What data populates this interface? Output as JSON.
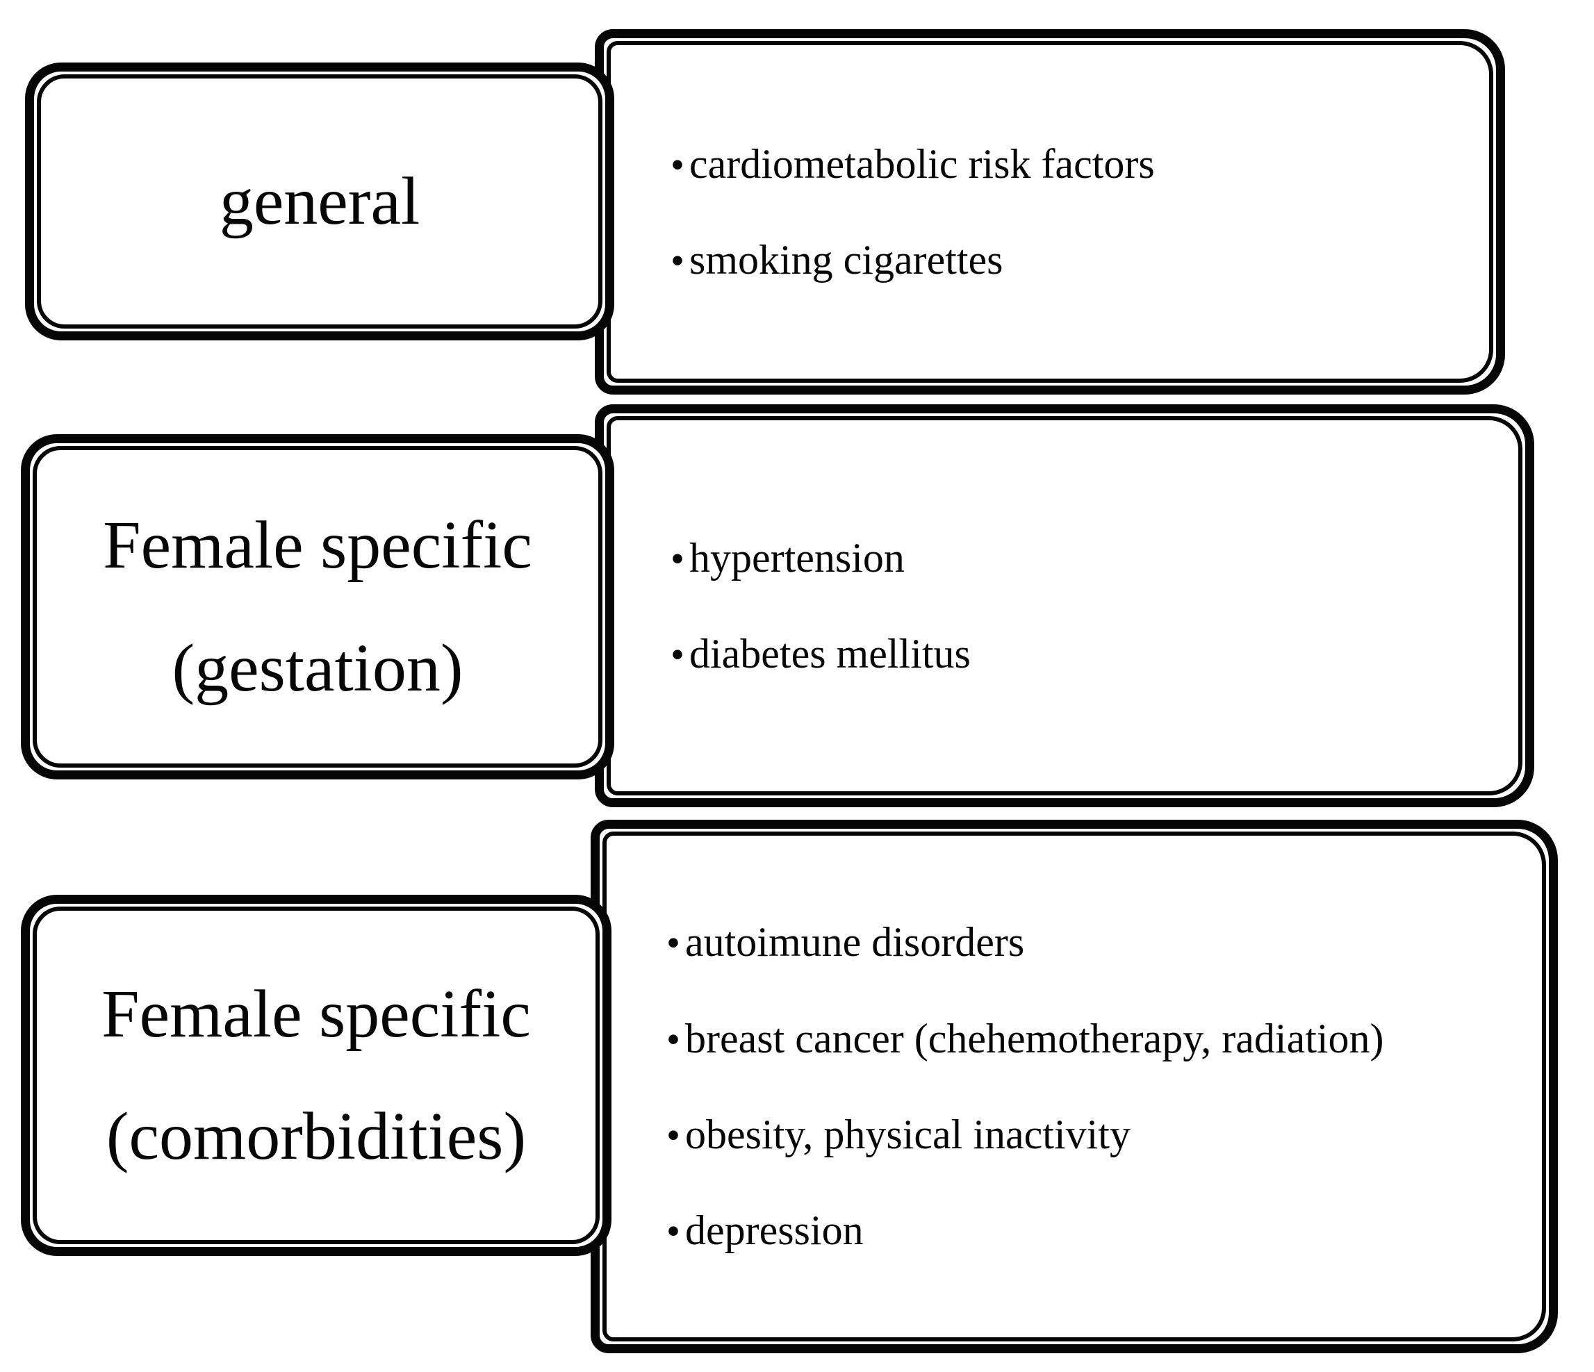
{
  "bullet_glyph": "•",
  "colors": {
    "ink": "#060606",
    "paper": "#ffffff"
  },
  "rows": [
    {
      "label_lines": [
        "general"
      ],
      "items": [
        "cardiometabolic risk factors",
        "smoking cigarettes"
      ]
    },
    {
      "label_lines": [
        "Female specific",
        "(gestation)"
      ],
      "items": [
        "hypertension",
        "diabetes mellitus"
      ]
    },
    {
      "label_lines": [
        "Female specific",
        "(comorbidities)"
      ],
      "items": [
        "autoimune disorders",
        "breast cancer (chehemotherapy, radiation)",
        "obesity, physical inactivity",
        "depression"
      ]
    }
  ]
}
